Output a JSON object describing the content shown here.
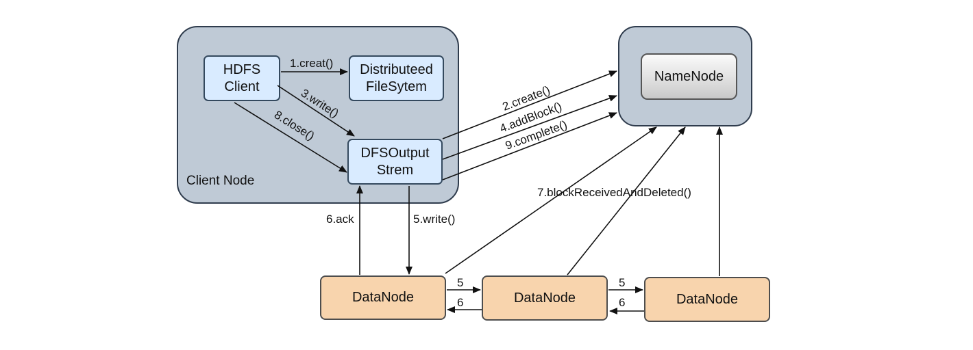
{
  "client_node": {
    "label": "Client Node"
  },
  "hdfs_client": {
    "line1": "HDFS",
    "line2": "Client"
  },
  "distributed_fs": {
    "line1": "Distributeed",
    "line2": "FileSytem"
  },
  "dfs_output": {
    "line1": "DFSOutput",
    "line2": "Strem"
  },
  "name_node": {
    "label": "NameNode"
  },
  "data_nodes": [
    {
      "label": "DataNode"
    },
    {
      "label": "DataNode"
    },
    {
      "label": "DataNode"
    }
  ],
  "edges": {
    "creat": "1.creat()",
    "create": "2.create()",
    "write": "3.write()",
    "add_block": "4.addBlock()",
    "write5": "5.write()",
    "ack": "6.ack",
    "block_received": "7.blockReceivedAndDeleted()",
    "close": "8.close()",
    "complete": "9.complete()",
    "dn_write_1": "5",
    "dn_ack_1": "6",
    "dn_write_2": "5",
    "dn_ack_2": "6"
  }
}
